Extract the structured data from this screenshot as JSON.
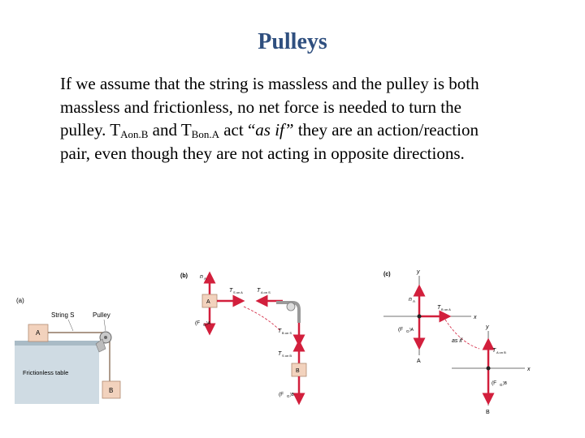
{
  "slide": {
    "title": "Pulleys",
    "paragraph": {
      "part1": "If we assume that the string is massless and the pulley is both massless and frictionless, no net force is needed to turn the pulley. T",
      "sub1": "Aon.B",
      "part2": " and T",
      "sub2": "Bon.A",
      "part3": " act “",
      "italic": "as if”",
      "part4": " they are an action/reaction pair, even though they are not acting in opposite directions."
    }
  },
  "figure": {
    "panel_a": {
      "label": "(a)",
      "string_label": "String S",
      "pulley_label": "Pulley",
      "table_label": "Frictionless table",
      "block_a": "A",
      "block_b": "B"
    },
    "panel_b": {
      "label": "(b)",
      "n_a": "n",
      "n_a_sub": "A",
      "t_s_on_a": "T",
      "t_s_on_a_sub": "S on A",
      "t_a_on_s": "T",
      "t_a_on_s_sub": "A on S",
      "fg_a": "(F",
      "fg_a_sub": "G",
      "fg_a_end": ")A",
      "block_a": "A",
      "t_b_on_s": "T",
      "t_b_on_s_sub": "B on S",
      "t_s_on_b": "T",
      "t_s_on_b_sub": "S on B",
      "block_b": "B",
      "fg_b": "(F",
      "fg_b_sub": "G",
      "fg_b_end": ")B"
    },
    "panel_c": {
      "label": "(c)",
      "y_axis": "y",
      "x_axis": "x",
      "n_a": "n",
      "n_a_sub": "A",
      "t_b_on_a": "T",
      "t_b_on_a_sub": "B on A",
      "fg_a": "(F",
      "fg_a_sub": "G",
      "fg_a_end": ")A",
      "point_a": "A",
      "as_if": "as if",
      "y_axis_b": "y",
      "x_axis_b": "x",
      "t_a_on_b": "T",
      "t_a_on_b_sub": "A on B",
      "fg_b": "(F",
      "fg_b_sub": "G",
      "fg_b_end": ")B",
      "point_b": "B"
    }
  }
}
